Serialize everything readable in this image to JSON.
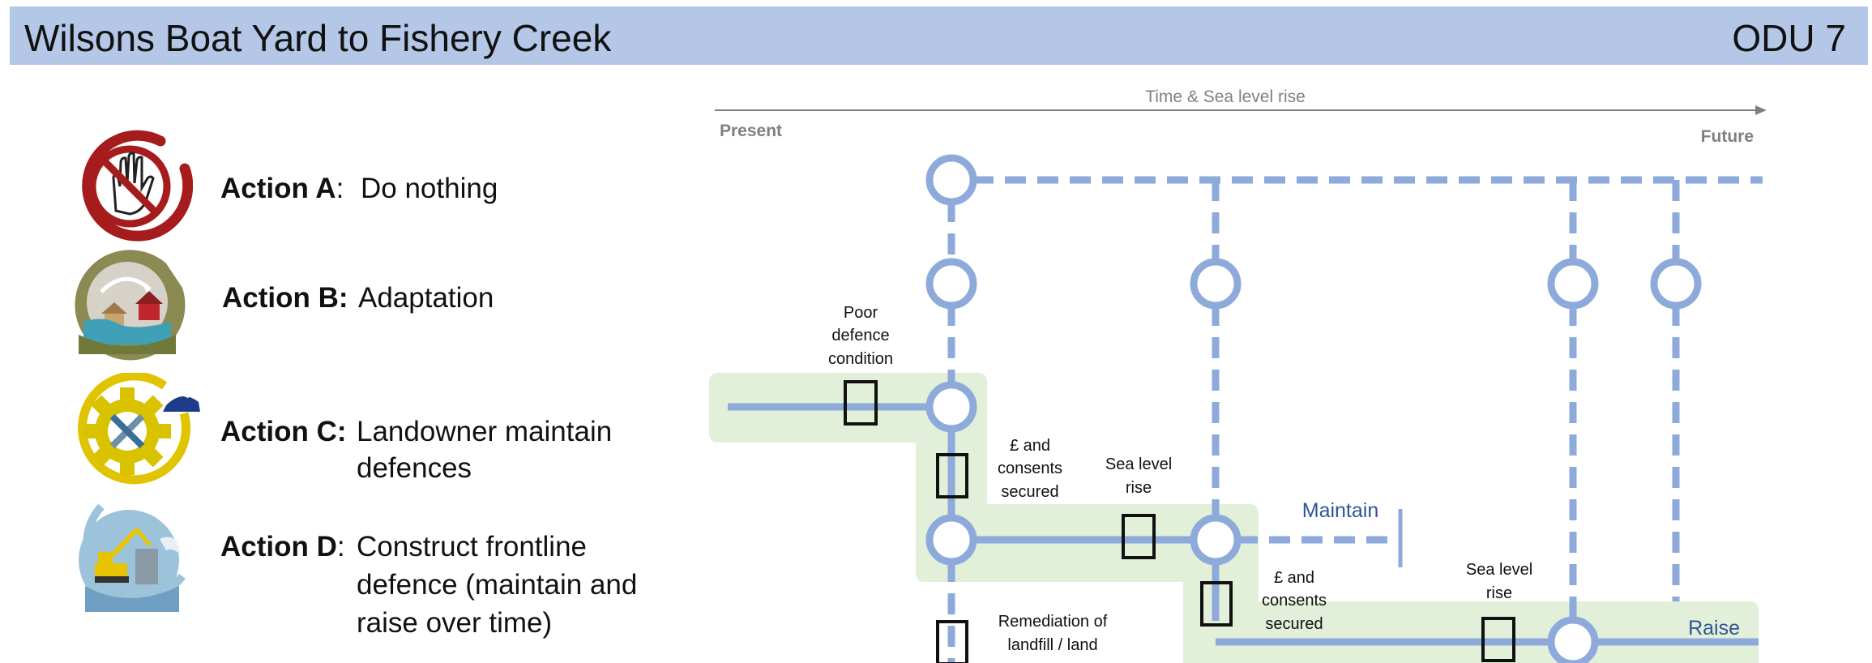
{
  "header": {
    "title": "Wilsons Boat Yard to Fishery Creek",
    "code": "ODU 7"
  },
  "actions": [
    {
      "label": "Action A",
      "sep": ":",
      "desc": [
        "Do nothing"
      ],
      "icon": "no-entry-hand-icon"
    },
    {
      "label": "Action B:",
      "sep": "",
      "desc": [
        "Adaptation"
      ],
      "icon": "adaptation-house-icon"
    },
    {
      "label": "Action C:",
      "sep": "",
      "desc": [
        "Landowner maintain",
        "defences"
      ],
      "icon": "gear-tools-icon"
    },
    {
      "label": "Action D",
      "sep": ":",
      "desc": [
        "Construct frontline",
        "defence (maintain and",
        "raise over time)"
      ],
      "icon": "excavator-sea-icon"
    }
  ],
  "timeline": {
    "axis_label": "Time & Sea level rise",
    "start_label": "Present",
    "end_label": "Future"
  },
  "triggers": [
    [
      "Poor",
      "defence",
      "condition"
    ],
    [
      "£ and",
      "consents",
      "secured"
    ],
    [
      "Sea level",
      "rise"
    ],
    [
      "£ and",
      "consents",
      "secured"
    ],
    [
      "Sea level",
      "rise"
    ],
    [
      "Remediation of",
      "landfill / land"
    ]
  ],
  "pathway_labels": {
    "maintain": "Maintain",
    "raise": "Raise"
  },
  "colors": {
    "header_bg": "#b4c7e7",
    "pathway": "#8eaadb",
    "highlight": "#e2efd9",
    "label_blue": "#2f5597",
    "axis_grey": "#808080"
  }
}
